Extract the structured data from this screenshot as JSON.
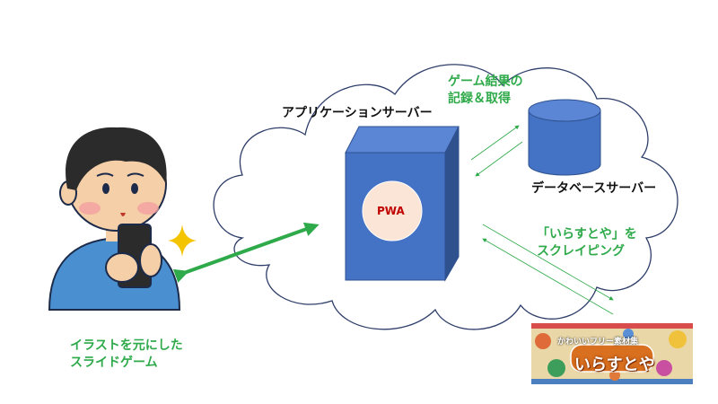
{
  "labels": {
    "app_server": "アプリケーションサーバー",
    "db_server": "データベースサーバー",
    "pwa": "PWA",
    "game_results": "ゲーム結果の",
    "record_get": "記録＆取得",
    "scrape_line1": "「いらすとや」を",
    "scrape_line2": "スクレイピング",
    "slide_line1": "イラストを元にした",
    "slide_line2": "スライドゲーム",
    "banner_sub": "かわいいフリー素材集",
    "banner_title": "いらすとや"
  },
  "colors": {
    "green": "#2eaa4a",
    "server_front": "#4472c4",
    "server_side": "#2f528f",
    "pwa_circle": "#fbe5d6",
    "pwa_text": "#c00000"
  }
}
